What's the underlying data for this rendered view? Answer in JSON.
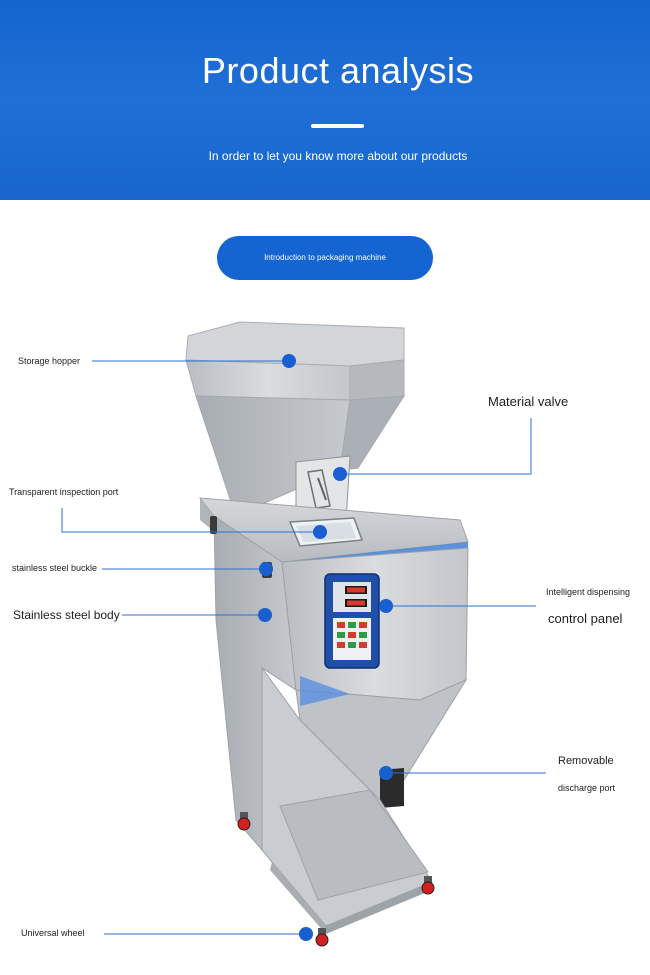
{
  "header": {
    "title": "Product analysis",
    "subtitle": "In order to let you know more about our products"
  },
  "section_pill": {
    "label": "Introduction to packaging machine"
  },
  "callouts": {
    "storage_hopper": "Storage hopper",
    "material_valve": "Material valve",
    "inspection_port": "Transparent inspection port",
    "steel_buckle": "stainless steel buckle",
    "steel_body": "Stainless steel body",
    "dispensing_line1": "Intelligent dispensing",
    "dispensing_line2": "control panel",
    "removable": "Removable",
    "discharge_port": "discharge port",
    "universal_wheel": "Universal wheel"
  },
  "colors": {
    "banner_blue": "#1867cf",
    "accent_blue": "#1464d2",
    "marker_blue": "#1a5fd0",
    "steel": "#c9ccd0"
  }
}
